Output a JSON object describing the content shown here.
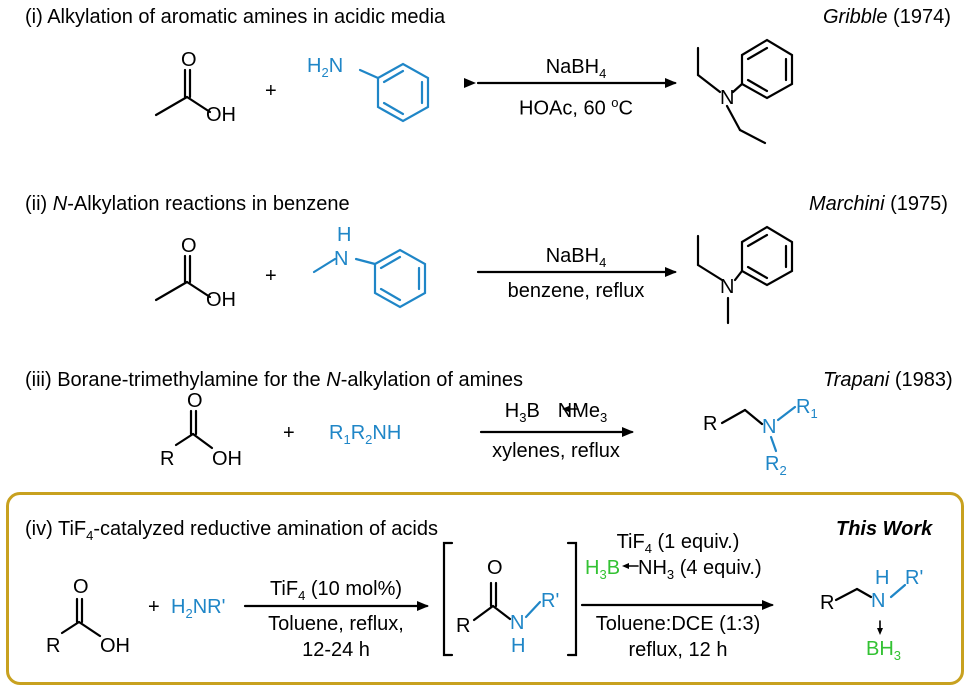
{
  "colors": {
    "amine_blue": "#1f86c7",
    "borane_green": "#33c233",
    "box_gold": "#c8a11f"
  },
  "sections": [
    {
      "header": {
        "numeral": "(i) ",
        "title_pre": "Alkylation of aromatic amines in acidic media",
        "title_italic": "",
        "title_post": ""
      },
      "reference": {
        "author": "Gribble",
        "year": " (1974)"
      },
      "reagent1_OH": "OH",
      "amine_label": "H2N",
      "amine_label_sub": "2",
      "amine_H": "H",
      "amine_N": "N",
      "plus": "+",
      "arrow_above": {
        "main": "NaBH",
        "sub": "4"
      },
      "arrow_below": {
        "pre": "HOAc, 60 ",
        "sup": "o",
        "post": "C"
      },
      "product_N": "N"
    },
    {
      "header": {
        "numeral": "(ii) ",
        "title_italic": "N",
        "title_post": "-Alkylation reactions in benzene"
      },
      "reference": {
        "author": "Marchini",
        "year": " (1975)"
      },
      "reagent1_OH": "OH",
      "amine_H": "H",
      "amine_N": "N",
      "plus": "+",
      "arrow_above": {
        "main": "NaBH",
        "sub": "4"
      },
      "arrow_below": {
        "text": "benzene, reflux"
      },
      "product_N": "N"
    },
    {
      "header": {
        "numeral": "(iii) ",
        "title_pre": "Borane-trimethylamine for the ",
        "title_italic": "N",
        "title_post": "-alkylation of amines"
      },
      "reference": {
        "author": "Trapani",
        "year": " (1983)"
      },
      "reagent1_O": "O",
      "reagent1_R": "R",
      "reagent1_OH": "OH",
      "plus": "+",
      "amine": {
        "R1": "R",
        "s1": "1",
        "R2": "R",
        "s2": "2",
        "tail": "NH"
      },
      "arrow_above": {
        "pre": "H",
        "sub": "3",
        "mid": "B",
        "post": "NMe",
        "sub2": "3"
      },
      "arrow_below": {
        "text": "xylenes, reflux"
      },
      "product": {
        "R": "R",
        "N": "N",
        "R1": "R",
        "s1": "1",
        "R2": "R",
        "s2": "2"
      }
    },
    {
      "header": {
        "numeral": "(iv) ",
        "title_pre": "TiF",
        "sub": "4",
        "title_post": "-catalyzed reductive amination of acids"
      },
      "badge": "This Work",
      "reagent1_O": "O",
      "reagent1_R": "R",
      "reagent1_OH": "OH",
      "plus": "+",
      "amine": {
        "pre": "H",
        "sub": "2",
        "post": "NR'"
      },
      "arrow1_above": {
        "pre": "TiF",
        "sub": "4",
        "post": " (10 mol%)"
      },
      "arrow1_below": {
        "line1": "Toluene, reflux,",
        "line2": "12-24 h"
      },
      "amide": {
        "O": "O",
        "R": "R",
        "N": "N",
        "H": "H",
        "R_prime": "R'"
      },
      "arrow2_above": {
        "line1_pre": "TiF",
        "line1_sub": "4",
        "line1_post": " (1 equiv.)",
        "h3b_pre": "H",
        "h3b_sub": "3",
        "h3b_post": "B",
        "nh3_pre": "NH",
        "nh3_sub": "3",
        "nh3_post": " (4 equiv.)"
      },
      "arrow2_below": {
        "line1": "Toluene:DCE (1:3)",
        "line2": "reflux, 12 h"
      },
      "product": {
        "R": "R",
        "N": "N",
        "H": "H",
        "R_prime": "R'",
        "BH3_pre": "BH",
        "BH3_sub": "3"
      }
    }
  ]
}
